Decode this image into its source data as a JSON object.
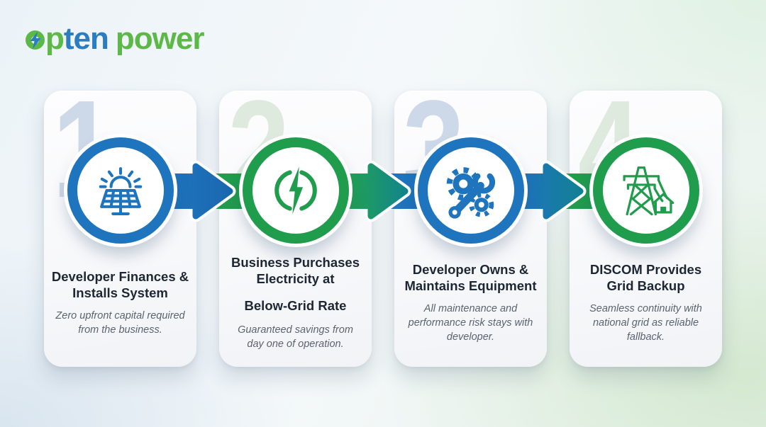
{
  "logo": {
    "part_p": "p",
    "part_ten": "ten",
    "part_power": "power"
  },
  "colors": {
    "blue": "#1e74bd",
    "green": "#209c4d",
    "teal": "#118290",
    "logo_green": "#5cb847",
    "logo_blue": "#2b7cc0",
    "number_blue": "#cdd9e9",
    "number_green": "#dfeadf",
    "title_text": "#1d2733",
    "desc_text": "#5b6370"
  },
  "steps": [
    {
      "number": "1",
      "icon": "solar-panel-icon",
      "accent": "blue",
      "title": "Developer Finances & Installs System",
      "description": "Zero upfront capital required from the business."
    },
    {
      "number": "2",
      "icon": "power-bolt-icon",
      "accent": "green",
      "title": "Business Purchases Electricity at",
      "subtitle": "Below-Grid Rate",
      "description": "Guaranteed savings from day one of operation."
    },
    {
      "number": "3",
      "icon": "gear-wrench-icon",
      "accent": "blue",
      "title": "Developer Owns & Maintains Equipment",
      "description": "All maintenance and performance risk stays with developer."
    },
    {
      "number": "4",
      "icon": "transmission-tower-icon",
      "accent": "green",
      "title": "DISCOM Provides Grid Backup",
      "description": "Seamless continuity with national grid as reliable fallback."
    }
  ],
  "connectors": [
    {
      "arrow_start": "#1e74bd",
      "arrow_end": "#1a66ae",
      "band": "#209c4d"
    },
    {
      "arrow_start": "#22a253",
      "arrow_end": "#118290",
      "band": "#1e74bd"
    },
    {
      "arrow_start": "#1e74bd",
      "arrow_end": "#118290",
      "band": "#209c4d"
    }
  ]
}
